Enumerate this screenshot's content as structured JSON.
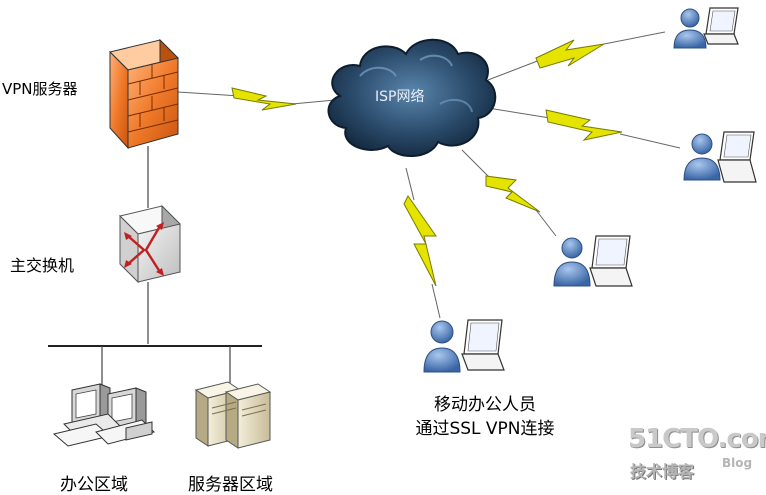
{
  "labels": {
    "vpn_server": "VPN服务器",
    "main_switch": "主交换机",
    "office_area": "办公区域",
    "server_area": "服务器区域",
    "isp_network": "ISP网络",
    "mobile_caption_line1": "移动办公人员",
    "mobile_caption_line2": "通过SSL VPN连接"
  },
  "watermark": {
    "main": "51CTO.com",
    "sub": "技术博客",
    "blog": "Blog"
  },
  "colors": {
    "firewall": "#f07a2a",
    "lightning": "#e4e400",
    "cloud": "#1f3a55",
    "user": "#4a78b5"
  },
  "icons": [
    "firewall-icon",
    "switch-icon",
    "cloud-icon",
    "user-laptop-icon",
    "desktop-computer-icon",
    "server-icon"
  ]
}
